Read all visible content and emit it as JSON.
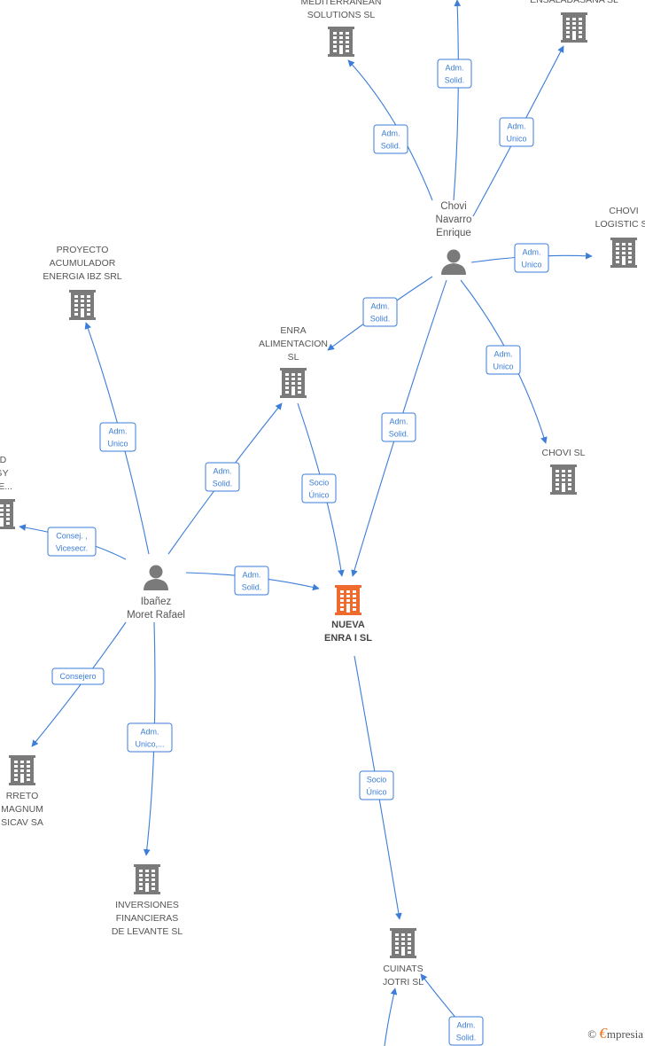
{
  "colors": {
    "edge": "#3b7dd8",
    "building": "#7a7a7a",
    "main_building": "#ee6a2d",
    "person": "#7a7a7a"
  },
  "companies": [
    {
      "id": "mediterranean",
      "lines": [
        "MEDITERRANEAN",
        "SOLUTIONS  SL"
      ],
      "icon": "building-icon"
    },
    {
      "id": "ensaladasana",
      "lines": [
        "ENSALADASANA SL"
      ],
      "icon": "building-icon"
    },
    {
      "id": "chovi-logistic",
      "lines": [
        "CHOVI",
        "LOGISTIC  SL"
      ],
      "icon": "building-icon"
    },
    {
      "id": "proyecto",
      "lines": [
        "PROYECTO",
        "ACUMULADOR",
        "ENERGIA IBZ SRL"
      ],
      "icon": "building-icon"
    },
    {
      "id": "enra-alimentacion",
      "lines": [
        "ENRA",
        "ALIMENTACION",
        "SL"
      ],
      "icon": "building-icon"
    },
    {
      "id": "chovi-sl",
      "lines": [
        "CHOVI SL"
      ],
      "icon": "building-icon"
    },
    {
      "id": "hybrid",
      "lines": [
        "ID",
        "GY",
        "GE..."
      ],
      "icon": "building-icon"
    },
    {
      "id": "nueva-enra",
      "lines": [
        "NUEVA",
        "ENRA I  SL"
      ],
      "icon": "building-icon",
      "main": true
    },
    {
      "id": "arreto",
      "lines": [
        "RRETO",
        "MAGNUM",
        "SICAV SA"
      ],
      "icon": "building-icon"
    },
    {
      "id": "inversiones",
      "lines": [
        "INVERSIONES",
        "FINANCIERAS",
        "DE LEVANTE SL"
      ],
      "icon": "building-icon"
    },
    {
      "id": "cuinats",
      "lines": [
        "CUINATS",
        "JOTRI SL"
      ],
      "icon": "building-icon"
    }
  ],
  "persons": [
    {
      "id": "chovi-navarro",
      "lines": [
        "Chovi",
        "Navarro",
        "Enrique"
      ],
      "icon": "person-icon"
    },
    {
      "id": "ibanez",
      "lines": [
        "Ibañez",
        "Moret Rafael"
      ],
      "icon": "person-icon"
    }
  ],
  "edges": [
    {
      "lines": [
        "Adm.",
        "Solid."
      ]
    },
    {
      "lines": [
        "Adm.",
        "Solid."
      ]
    },
    {
      "lines": [
        "Adm.",
        "Unico"
      ]
    },
    {
      "lines": [
        "Adm.",
        "Unico"
      ]
    },
    {
      "lines": [
        "Adm.",
        "Solid."
      ]
    },
    {
      "lines": [
        "Adm.",
        "Unico"
      ]
    },
    {
      "lines": [
        "Adm.",
        "Solid."
      ]
    },
    {
      "lines": [
        "Adm.",
        "Unico"
      ]
    },
    {
      "lines": [
        "Adm.",
        "Solid."
      ]
    },
    {
      "lines": [
        "Socio",
        "Único"
      ]
    },
    {
      "lines": [
        "Consej. ,",
        "Vicesecr."
      ]
    },
    {
      "lines": [
        "Adm.",
        "Solid."
      ]
    },
    {
      "lines": [
        "Consejero"
      ]
    },
    {
      "lines": [
        "Adm.",
        "Unico,..."
      ]
    },
    {
      "lines": [
        "Socio",
        "Único"
      ]
    },
    {
      "lines": [
        "Adm.",
        "Solid."
      ]
    }
  ],
  "footer": {
    "copyright": "©",
    "brand_initial": "€",
    "brand_rest": "mpresia"
  }
}
